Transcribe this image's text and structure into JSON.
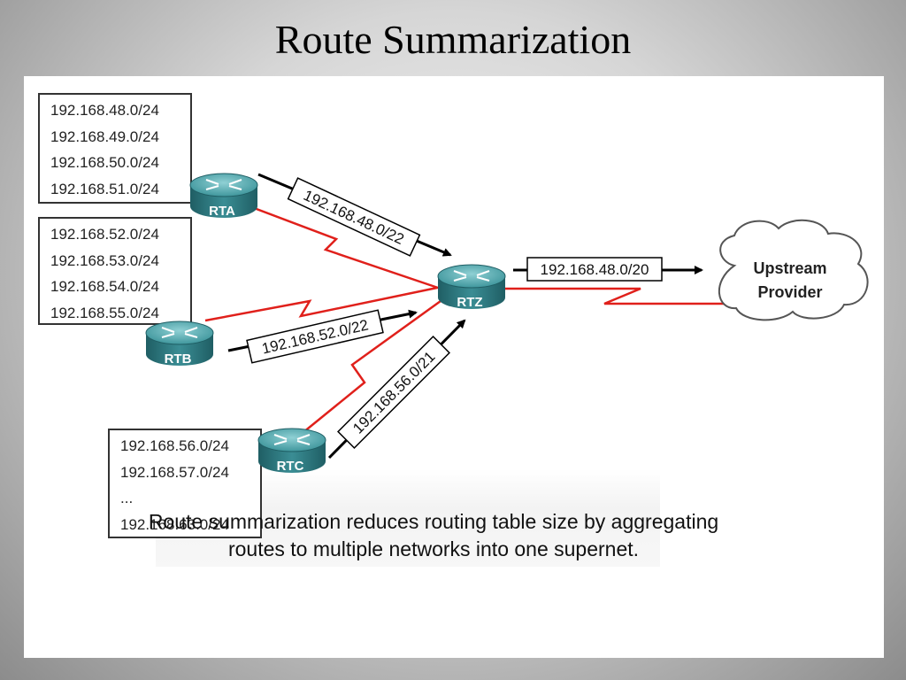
{
  "slide": {
    "title": "Route Summarization"
  },
  "networks": {
    "rta": [
      "192.168.48.0/24",
      "192.168.49.0/24",
      "192.168.50.0/24",
      "192.168.51.0/24"
    ],
    "rtb": [
      "192.168.52.0/24",
      "192.168.53.0/24",
      "192.168.54.0/24",
      "192.168.55.0/24"
    ],
    "rtc": [
      "192.168.56.0/24",
      "192.168.57.0/24",
      "...",
      "192.168.63.0/24"
    ]
  },
  "routers": {
    "rta": "RTA",
    "rtb": "RTB",
    "rtc": "RTC",
    "rtz": "RTZ"
  },
  "routes": {
    "rta_summary": "192.168.48.0/22",
    "rtb_summary": "192.168.52.0/22",
    "rtc_summary": "192.168.56.0/21",
    "rtz_summary": "192.168.48.0/20"
  },
  "cloud": {
    "line1": "Upstream",
    "line2": "Provider"
  },
  "caption": {
    "line1": "Route summarization reduces routing table size by aggregating",
    "line2": "routes to multiple networks into one supernet."
  },
  "colors": {
    "link": "#e0201b",
    "arrow": "#000000",
    "router_body": "#2f7f86",
    "router_top": "#5fb0b6"
  }
}
